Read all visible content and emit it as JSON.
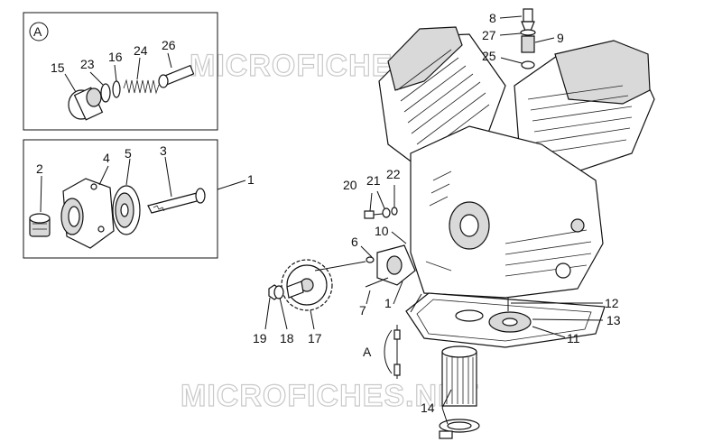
{
  "inset_a": {
    "circle_label": "A"
  },
  "watermark": {
    "top": "MICROFICHES.NET",
    "bottom": "MICROFICHES.NET"
  },
  "callouts": {
    "n1_right": "1",
    "n1_main": "1",
    "n2": "2",
    "n3": "3",
    "n4": "4",
    "n5": "5",
    "n6": "6",
    "n7": "7",
    "n8": "8",
    "n9": "9",
    "n10": "10",
    "n11": "11",
    "n12": "12",
    "n13": "13",
    "n14": "14",
    "n15": "15",
    "n16": "16",
    "n17": "17",
    "n18": "18",
    "n19": "19",
    "n20": "20",
    "n21": "21",
    "n22": "22",
    "n23": "23",
    "n24": "24",
    "n25": "25",
    "n26": "26",
    "n27": "27",
    "a_ref": "A"
  }
}
